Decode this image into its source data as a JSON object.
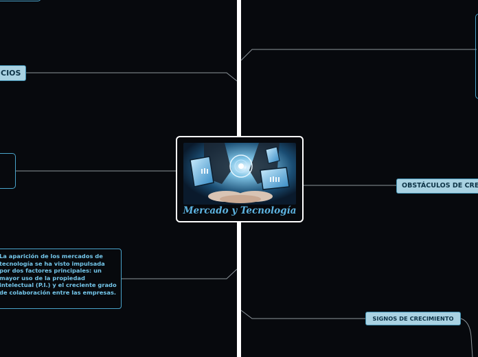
{
  "central_topic": {
    "title": "Mercado y Tecnología",
    "image_icon": "hands-holding-devices-photo"
  },
  "branches": {
    "left_top_label": "CIOS",
    "left_text_box": "La aparición de los mercados de tecnología se ha visto impulsada por dos factores principales: un mayor uso de la propiedad intelectual (P.I.) y el creciente grado de colaboración entre las empresas.",
    "right_main_label": "OBSTÁCULOS DE CRE",
    "right_lower_label": "SIGNOS DE CRECIMIENTO"
  },
  "colors": {
    "background": "#07090d",
    "pill_fill": "#a9d2e2",
    "pill_text": "#0d3346",
    "connector": "#8e969c",
    "accent": "#5db3e0"
  }
}
